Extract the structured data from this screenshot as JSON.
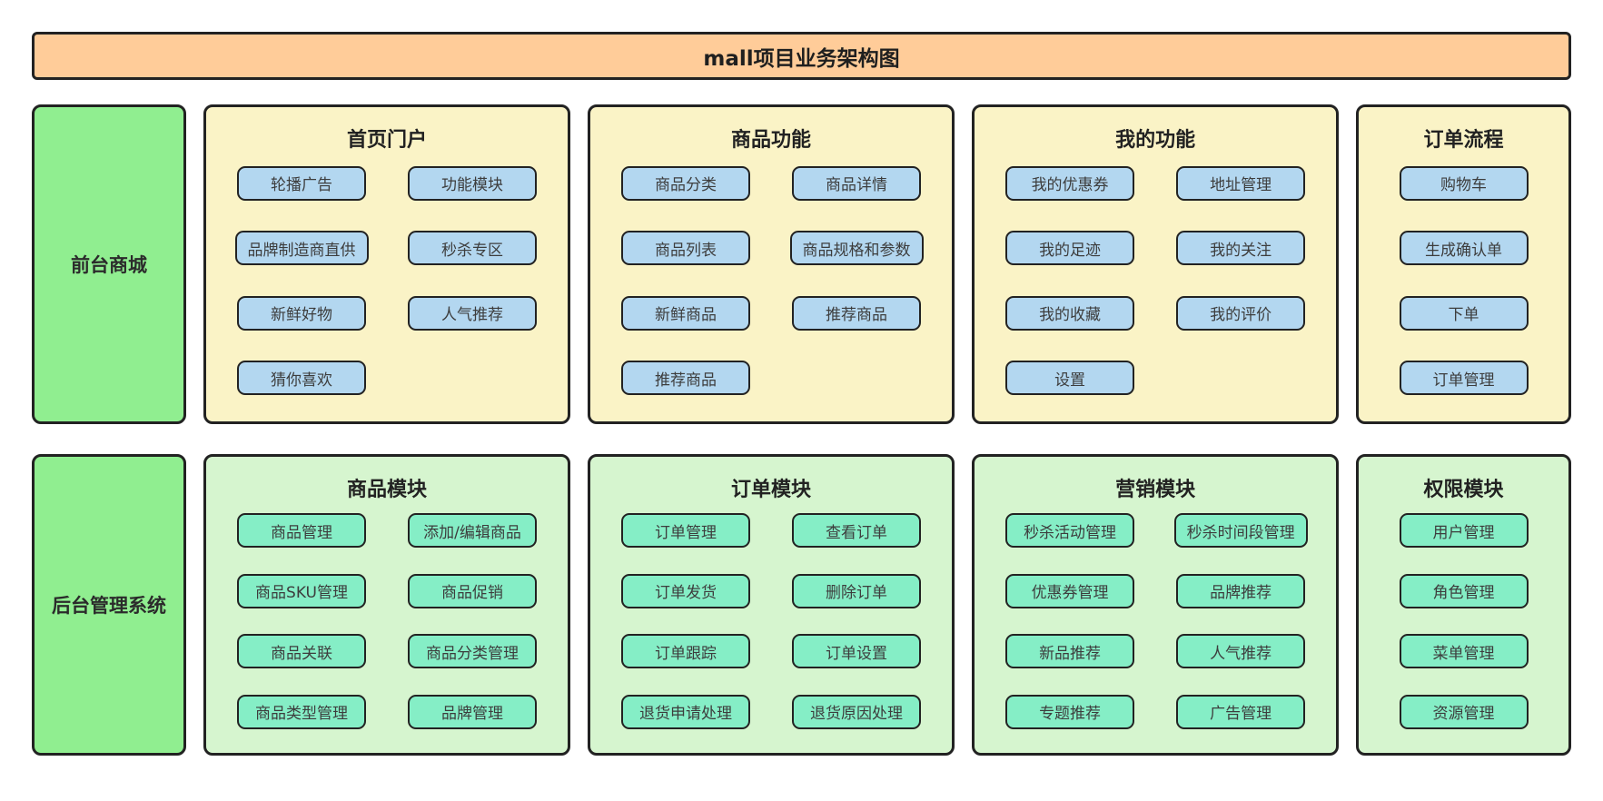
{
  "title": "mall项目业务架构图",
  "colors": {
    "title_bar_bg": "#FFCC99",
    "sidebar_bg": "#90EE90",
    "front_section_bg": "#FAF3C6",
    "front_button_bg": "#B3D7F0",
    "back_section_bg": "#D6F5CF",
    "back_button_bg": "#85EEC6",
    "border": "#222222",
    "text": "#333333"
  },
  "rows": [
    {
      "theme": "front",
      "sidebar": "前台商城",
      "sections": [
        {
          "title": "首页门户",
          "columns": 2,
          "buttons": [
            "轮播广告",
            "功能模块",
            "品牌制造商直供",
            "秒杀专区",
            "新鲜好物",
            "人气推荐",
            "猜你喜欢"
          ]
        },
        {
          "title": "商品功能",
          "columns": 2,
          "buttons": [
            "商品分类",
            "商品详情",
            "商品列表",
            "商品规格和参数",
            "新鲜商品",
            "推荐商品",
            "推荐商品"
          ]
        },
        {
          "title": "我的功能",
          "columns": 2,
          "buttons": [
            "我的优惠券",
            "地址管理",
            "我的足迹",
            "我的关注",
            "我的收藏",
            "我的评价",
            "设置"
          ]
        },
        {
          "title": "订单流程",
          "columns": 1,
          "buttons": [
            "购物车",
            "生成确认单",
            "下单",
            "订单管理"
          ]
        }
      ]
    },
    {
      "theme": "back",
      "sidebar": "后台管理系统",
      "sections": [
        {
          "title": "商品模块",
          "columns": 2,
          "buttons": [
            "商品管理",
            "添加/编辑商品",
            "商品SKU管理",
            "商品促销",
            "商品关联",
            "商品分类管理",
            "商品类型管理",
            "品牌管理"
          ]
        },
        {
          "title": "订单模块",
          "columns": 2,
          "buttons": [
            "订单管理",
            "查看订单",
            "订单发货",
            "删除订单",
            "订单跟踪",
            "订单设置",
            "退货申请处理",
            "退货原因处理"
          ]
        },
        {
          "title": "营销模块",
          "columns": 2,
          "buttons": [
            "秒杀活动管理",
            "秒杀时间段管理",
            "优惠券管理",
            "品牌推荐",
            "新品推荐",
            "人气推荐",
            "专题推荐",
            "广告管理"
          ]
        },
        {
          "title": "权限模块",
          "columns": 1,
          "buttons": [
            "用户管理",
            "角色管理",
            "菜单管理",
            "资源管理"
          ]
        }
      ]
    }
  ]
}
